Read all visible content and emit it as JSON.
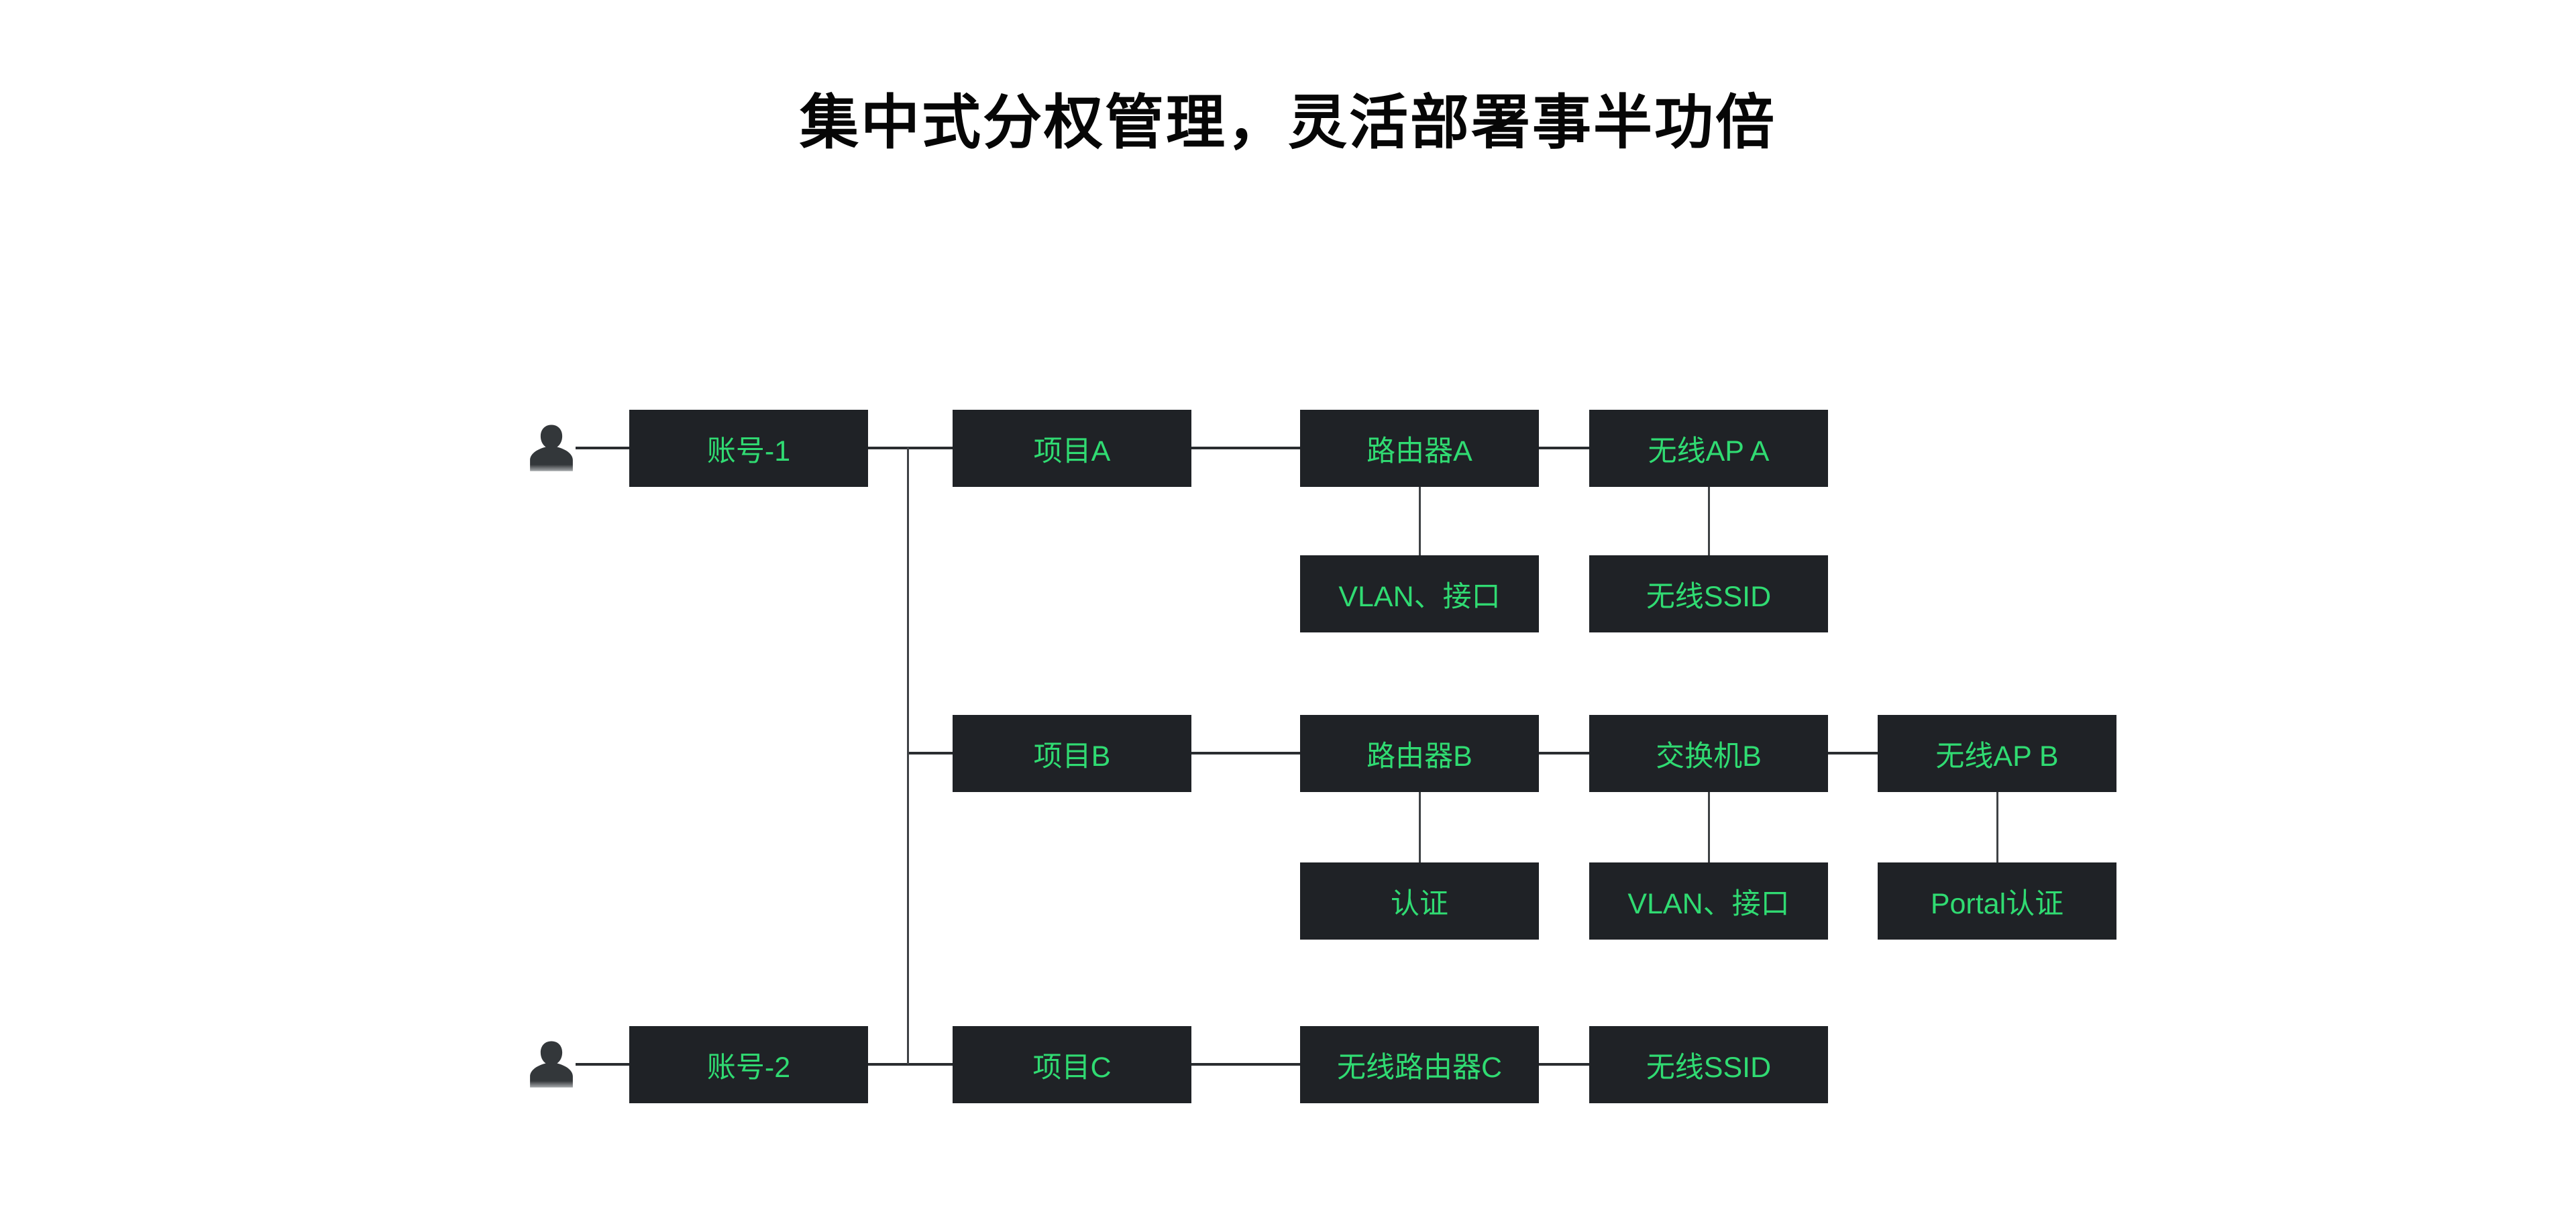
{
  "title": {
    "text": "集中式分权管理，灵活部署事半功倍"
  },
  "colors": {
    "background": "#ffffff",
    "title_text": "#060606",
    "box_background": "#1f2226",
    "box_text_green": "#30db72",
    "connector_dark": "#2a2d30",
    "connector_thin_gray": "#3f4245",
    "user_icon": "#33373a"
  },
  "icons": {
    "user1": "user-bust-silhouette",
    "user2": "user-bust-silhouette"
  },
  "diagram": {
    "nodes": {
      "account1": "账号-1",
      "projectA": "项目A",
      "routerA": "路由器A",
      "apA": "无线AP A",
      "vlanA": "VLAN、接口",
      "ssidA": "无线SSID",
      "projectB": "项目B",
      "routerB": "路由器B",
      "switchB": "交换机B",
      "apB": "无线AP B",
      "authB": "认证",
      "vlanB": "VLAN、接口",
      "portalB": "Portal认证",
      "account2": "账号-2",
      "projectC": "项目C",
      "wirelessRouterC": "无线路由器C",
      "ssidC": "无线SSID"
    },
    "edges": [
      [
        "user1",
        "account1"
      ],
      [
        "account1",
        "projectA"
      ],
      [
        "projectA",
        "routerA"
      ],
      [
        "routerA",
        "apA"
      ],
      [
        "routerA",
        "vlanA"
      ],
      [
        "apA",
        "ssidA"
      ],
      [
        "account1",
        "projectB"
      ],
      [
        "projectB",
        "routerB"
      ],
      [
        "routerB",
        "switchB"
      ],
      [
        "switchB",
        "apB"
      ],
      [
        "routerB",
        "authB"
      ],
      [
        "switchB",
        "vlanB"
      ],
      [
        "apB",
        "portalB"
      ],
      [
        "user2",
        "account2"
      ],
      [
        "account2",
        "projectC"
      ],
      [
        "projectC",
        "wirelessRouterC"
      ],
      [
        "wirelessRouterC",
        "ssidC"
      ]
    ]
  }
}
